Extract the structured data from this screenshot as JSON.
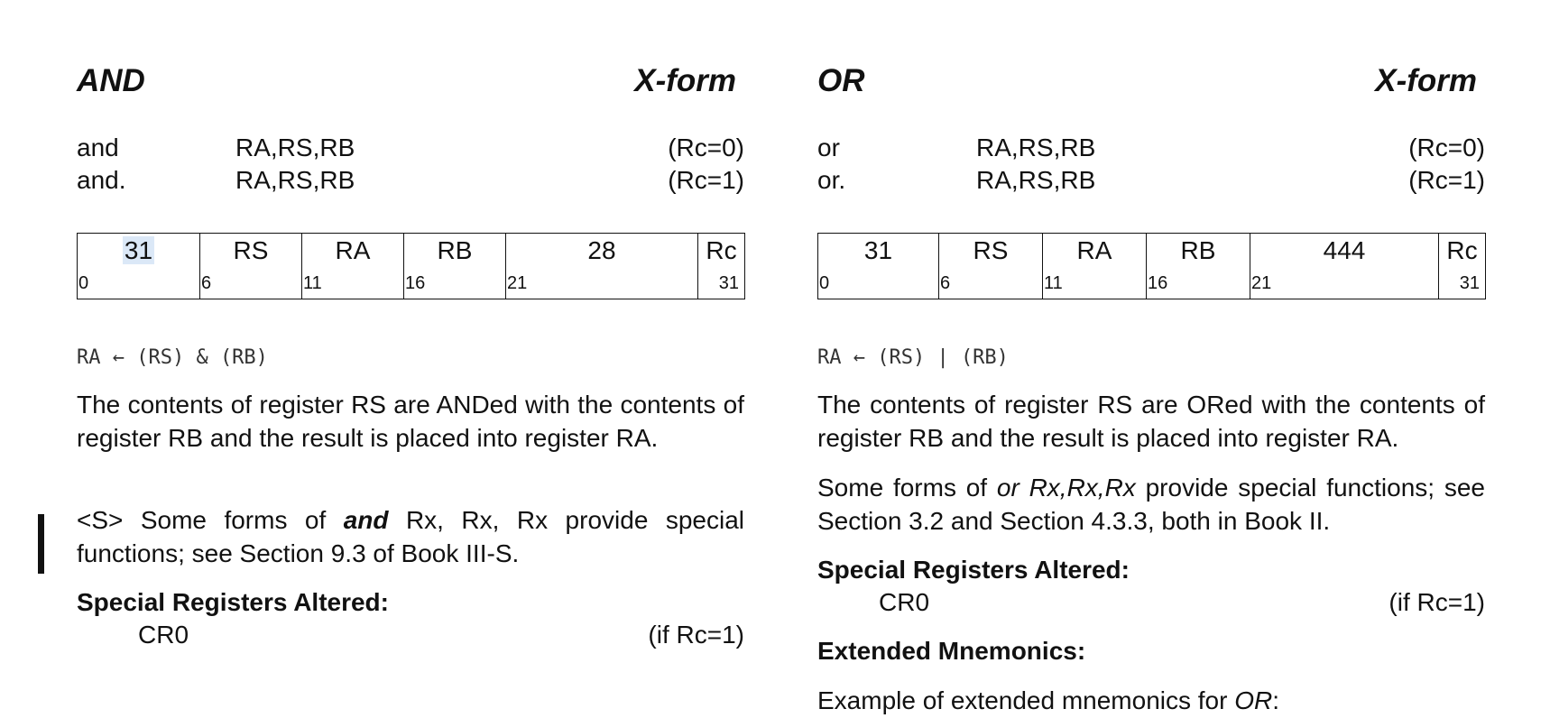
{
  "and_section": {
    "title": "AND",
    "form": "X-form",
    "syntax": [
      {
        "mnemonic": "and",
        "operands": "RA,RS,RB",
        "rc": "(Rc=0)"
      },
      {
        "mnemonic": "and.",
        "operands": "RA,RS,RB",
        "rc": "(Rc=1)"
      }
    ],
    "fields": [
      {
        "value": "31",
        "bit": "0"
      },
      {
        "value": "RS",
        "bit": "6"
      },
      {
        "value": "RA",
        "bit": "11"
      },
      {
        "value": "RB",
        "bit": "16"
      },
      {
        "value": "28",
        "bit": "21"
      },
      {
        "value": "Rc",
        "bit": "31"
      }
    ],
    "operation": "RA ← (RS) & (RB)",
    "description": "The contents of register RS are ANDed with the contents of register RB and the result is placed into register RA.",
    "special_note_prefix": "<S> Some forms of ",
    "special_note_em": "and",
    "special_note_suffix": " Rx, Rx, Rx provide special functions; see Section 9.3 of Book III-S.",
    "registers_heading": "Special Registers Altered:",
    "register": "CR0",
    "register_condition": "(if Rc=1)"
  },
  "or_section": {
    "title": "OR",
    "form": "X-form",
    "syntax": [
      {
        "mnemonic": "or",
        "operands": "RA,RS,RB",
        "rc": "(Rc=0)"
      },
      {
        "mnemonic": "or.",
        "operands": "RA,RS,RB",
        "rc": "(Rc=1)"
      }
    ],
    "fields": [
      {
        "value": "31",
        "bit": "0"
      },
      {
        "value": "RS",
        "bit": "6"
      },
      {
        "value": "RA",
        "bit": "11"
      },
      {
        "value": "RB",
        "bit": "16"
      },
      {
        "value": "444",
        "bit": "21"
      },
      {
        "value": "Rc",
        "bit": "31"
      }
    ],
    "operation": "RA ← (RS) | (RB)",
    "description": "The contents of register RS are ORed with the contents of register RB and the result is placed into register RA.",
    "special_note_prefix": "Some forms of ",
    "special_note_em": "or Rx,Rx,Rx",
    "special_note_suffix": " provide special functions; see Section 3.2 and Section 4.3.3, both in Book II.",
    "registers_heading": "Special Registers Altered:",
    "register": "CR0",
    "register_condition": "(if Rc=1)",
    "mnemonics_heading": "Extended Mnemonics:",
    "mnemonics_example_prefix": "Example of extended mnemonics for ",
    "mnemonics_example_em": "OR",
    "mnemonics_example_suffix": ":"
  }
}
